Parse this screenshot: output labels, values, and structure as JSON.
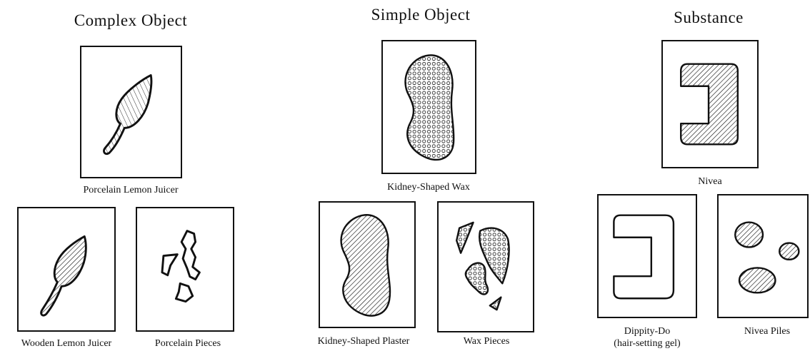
{
  "columns": {
    "complex": {
      "title": "Complex Object",
      "main_label": "Porcelain Lemon Juicer",
      "left_label": "Wooden Lemon Juicer",
      "right_label": "Porcelain Pieces"
    },
    "simple": {
      "title": "Simple Object",
      "main_label": "Kidney-Shaped Wax",
      "left_label": "Kidney-Shaped Plaster",
      "right_label": "Wax Pieces"
    },
    "substance": {
      "title": "Substance",
      "main_label": "Nivea",
      "left_label_line1": "Dippity-Do",
      "left_label_line2": "(hair-setting gel)",
      "right_label": "Nivea Piles"
    }
  }
}
